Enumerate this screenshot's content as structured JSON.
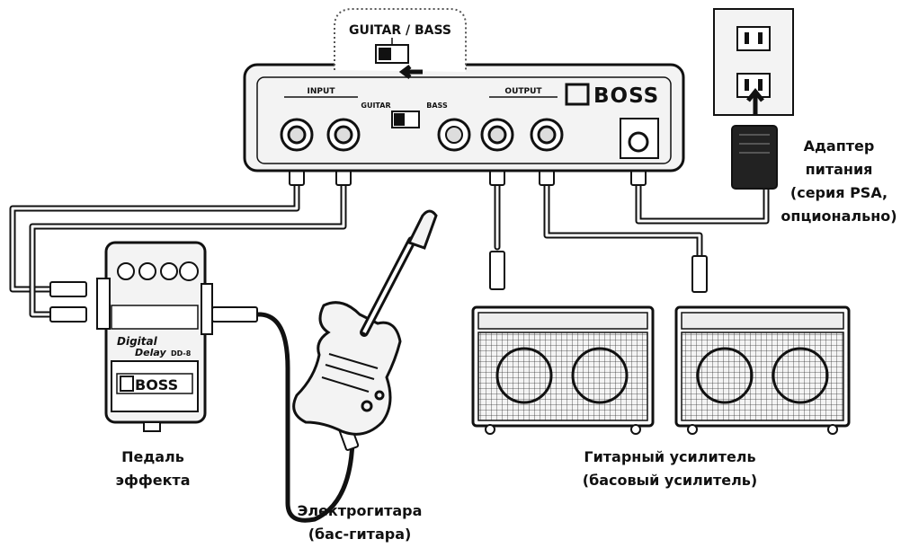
{
  "switch_callout": {
    "text": "GUITAR / BASS"
  },
  "pedalboard": {
    "brand": "BOSS",
    "input_label": "INPUT",
    "output_label": "OUTPUT",
    "switch_left": "GUITAR",
    "switch_right": "BASS"
  },
  "effect_pedal": {
    "brand": "BOSS",
    "model_line1": "Digital",
    "model_line2": "Delay",
    "model_code": "DD-8"
  },
  "labels": {
    "adapter": [
      "Адаптер",
      "питания",
      "(серия PSA,",
      "опционально)"
    ],
    "effect_pedal": [
      "Педаль",
      "эффекта"
    ],
    "amp": [
      "Гитарный усилитель",
      "(басовый усилитель)"
    ],
    "guitar": [
      "Электрогитара",
      "(бас-гитара)"
    ]
  },
  "colors": {
    "ink": "#111111",
    "fill": "#f2f2f2",
    "grille": "#d8d8d8"
  }
}
